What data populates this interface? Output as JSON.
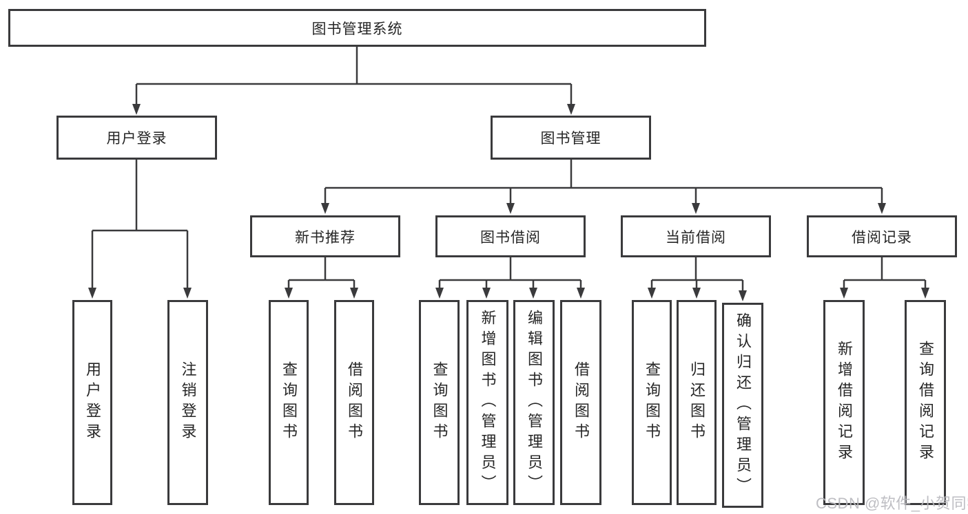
{
  "diagram": {
    "type": "hierarchy-tree",
    "levels": 4,
    "root_id": "root",
    "edges": [
      [
        "root",
        "user_login"
      ],
      [
        "root",
        "book_mgmt"
      ],
      [
        "user_login",
        "leaf_user_login"
      ],
      [
        "user_login",
        "leaf_logout"
      ],
      [
        "book_mgmt",
        "new_book_rec"
      ],
      [
        "book_mgmt",
        "book_borrow"
      ],
      [
        "book_mgmt",
        "current_borrow"
      ],
      [
        "book_mgmt",
        "borrow_records"
      ],
      [
        "new_book_rec",
        "leaf_rec_query"
      ],
      [
        "new_book_rec",
        "leaf_rec_borrow"
      ],
      [
        "book_borrow",
        "leaf_bb_query"
      ],
      [
        "book_borrow",
        "leaf_bb_add"
      ],
      [
        "book_borrow",
        "leaf_bb_edit"
      ],
      [
        "book_borrow",
        "leaf_bb_borrow"
      ],
      [
        "current_borrow",
        "leaf_cb_query"
      ],
      [
        "current_borrow",
        "leaf_cb_return"
      ],
      [
        "current_borrow",
        "leaf_cb_confirm"
      ],
      [
        "borrow_records",
        "leaf_br_add"
      ],
      [
        "borrow_records",
        "leaf_br_query"
      ]
    ]
  },
  "nodes": {
    "root": {
      "label": "图书管理系统"
    },
    "user_login": {
      "label": "用户登录"
    },
    "book_mgmt": {
      "label": "图书管理"
    },
    "new_book_rec": {
      "label": "新书推荐"
    },
    "book_borrow": {
      "label": "图书借阅"
    },
    "current_borrow": {
      "label": "当前借阅"
    },
    "borrow_records": {
      "label": "借阅记录"
    },
    "leaf_user_login": {
      "label": "用户登录"
    },
    "leaf_logout": {
      "label": "注销登录"
    },
    "leaf_rec_query": {
      "label": "查询图书"
    },
    "leaf_rec_borrow": {
      "label": "借阅图书"
    },
    "leaf_bb_query": {
      "label": "查询图书"
    },
    "leaf_bb_add": {
      "label": "新增图书（管理员）"
    },
    "leaf_bb_edit": {
      "label": "编辑图书（管理员）"
    },
    "leaf_bb_borrow": {
      "label": "借阅图书"
    },
    "leaf_cb_query": {
      "label": "查询图书"
    },
    "leaf_cb_return": {
      "label": "归还图书"
    },
    "leaf_cb_confirm": {
      "label": "确认归还（管理员）"
    },
    "leaf_br_add": {
      "label": "新增借阅记录"
    },
    "leaf_br_query": {
      "label": "查询借阅记录"
    }
  },
  "watermark": {
    "text": "CSDN @软件_小贺同学"
  },
  "colors": {
    "background": "#ffffff",
    "line": "#3a3a3c",
    "box_border": "#3a3a3c",
    "text": "#262626",
    "watermark": "#b9b9be"
  }
}
